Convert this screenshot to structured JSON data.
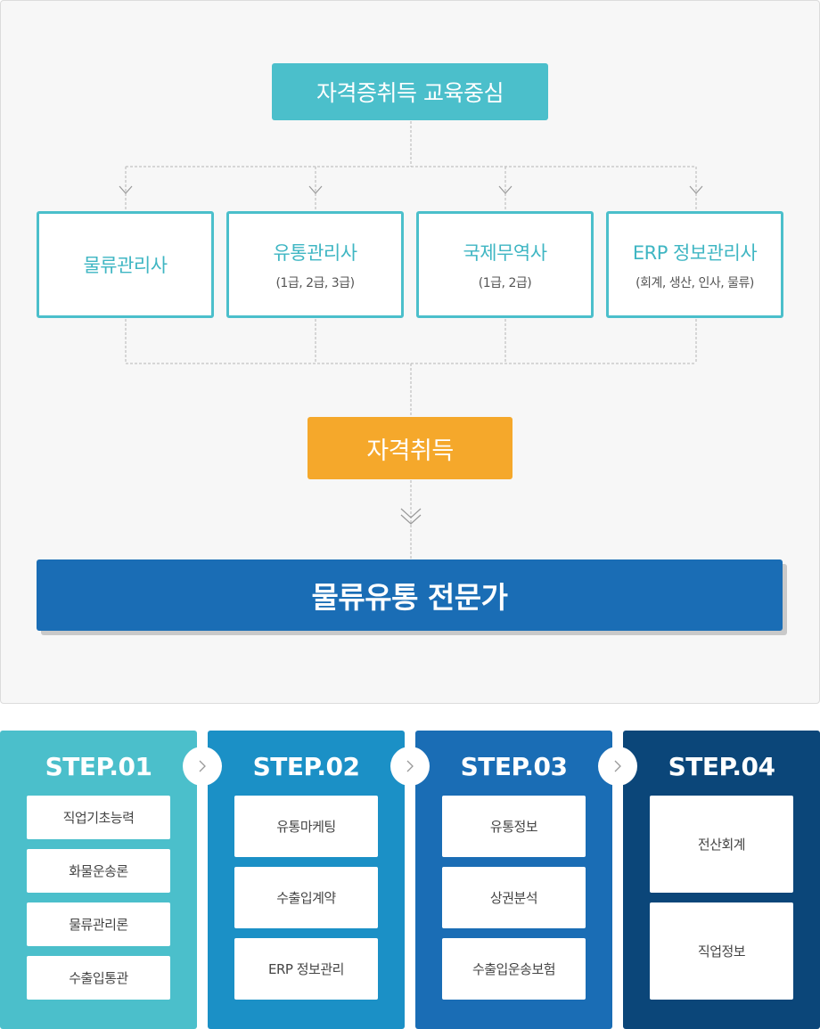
{
  "diagram": {
    "top_box": "자격증취득 교육중심",
    "certificates": [
      {
        "name": "물류관리사",
        "sub": ""
      },
      {
        "name": "유통관리사",
        "sub": "(1급, 2급, 3급)"
      },
      {
        "name": "국제무역사",
        "sub": "(1급, 2급)"
      },
      {
        "name": "ERP 정보관리사",
        "sub": "(회계, 생산, 인사, 물류)"
      }
    ],
    "acquire": "자격취득",
    "expert": "물류유통 전문가"
  },
  "steps": [
    {
      "title": "STEP.01",
      "items": [
        "직업기초능력",
        "화물운송론",
        "물류관리론",
        "수출입통관"
      ]
    },
    {
      "title": "STEP.02",
      "items": [
        "유통마케팅",
        "수출입계약",
        "ERP 정보관리"
      ]
    },
    {
      "title": "STEP.03",
      "items": [
        "유통정보",
        "상권분석",
        "수출입운송보험"
      ]
    },
    {
      "title": "STEP.04",
      "items": [
        "전산회계",
        "직업정보"
      ]
    }
  ],
  "colors": {
    "teal": "#4bbfcb",
    "orange": "#f5a82b",
    "blue": "#1a6db5",
    "step1": "#4bbfcb",
    "step2": "#1b90c6",
    "step3": "#1a6db5",
    "step4": "#0b4679"
  },
  "icons": {
    "connector_arrow": "chevron-down-icon",
    "double_arrow": "double-chevron-down-icon",
    "step_arrow": "chevron-right-icon"
  }
}
